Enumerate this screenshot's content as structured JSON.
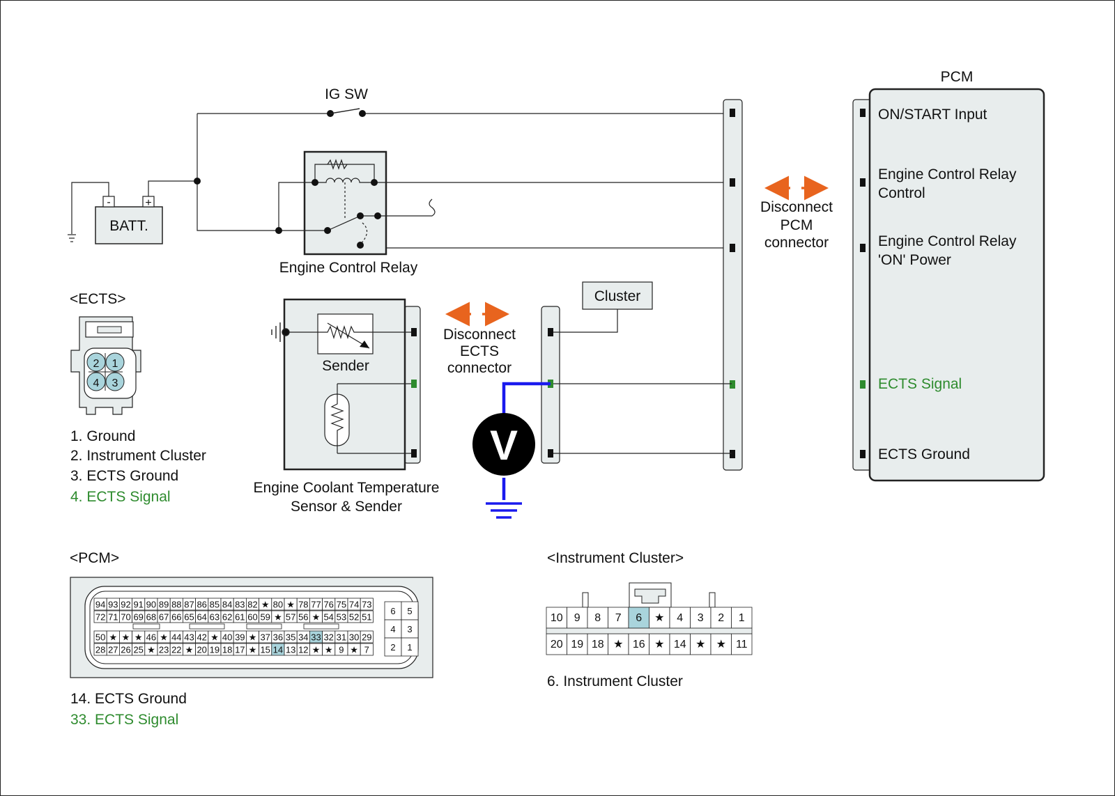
{
  "labels": {
    "ig_sw": "IG SW",
    "batt": "BATT.",
    "batt_minus": "-",
    "batt_plus": "+",
    "engine_control_relay": "Engine Control Relay",
    "sender": "Sender",
    "ects_sensor_line1": "Engine Coolant Temperature",
    "ects_sensor_line2": "Sensor & Sender",
    "cluster": "Cluster",
    "voltmeter": "V",
    "disconnect_ects": [
      "Disconnect",
      "ECTS",
      "connector"
    ],
    "disconnect_pcm": [
      "Disconnect",
      "PCM",
      "connector"
    ]
  },
  "pcm": {
    "title": "PCM",
    "pins": {
      "on_start": "ON/START Input",
      "relay_control_1": "Engine Control Relay",
      "relay_control_2": "Control",
      "relay_power_1": "Engine Control Relay",
      "relay_power_2": "'ON' Power",
      "ects_signal": "ECTS Signal",
      "ects_ground": "ECTS Ground"
    }
  },
  "ects_connector": {
    "title": "<ECTS>",
    "pins_top": [
      "2",
      "1"
    ],
    "pins_bottom": [
      "4",
      "3"
    ],
    "legend": [
      "1. Ground",
      "2. Instrument Cluster",
      "3. ECTS Ground",
      "4. ECTS Signal"
    ]
  },
  "pcm_connector": {
    "title": "<PCM>",
    "row1": [
      "94",
      "93",
      "92",
      "91",
      "90",
      "89",
      "88",
      "87",
      "86",
      "85",
      "84",
      "83",
      "82",
      "★",
      "80",
      "★",
      "78",
      "77",
      "76",
      "75",
      "74",
      "73"
    ],
    "row2": [
      "72",
      "71",
      "70",
      "69",
      "68",
      "67",
      "66",
      "65",
      "64",
      "63",
      "62",
      "61",
      "60",
      "59",
      "★",
      "57",
      "56",
      "★",
      "54",
      "53",
      "52",
      "51"
    ],
    "row3": [
      "50",
      "★",
      "★",
      "★",
      "46",
      "★",
      "44",
      "43",
      "42",
      "★",
      "40",
      "39",
      "★",
      "37",
      "36",
      "35",
      "34",
      "33",
      "32",
      "31",
      "30",
      "29"
    ],
    "row4": [
      "28",
      "27",
      "26",
      "25",
      "★",
      "23",
      "22",
      "★",
      "20",
      "19",
      "18",
      "17",
      "★",
      "15",
      "14",
      "13",
      "12",
      "★",
      "★",
      "9",
      "★",
      "7"
    ],
    "side": [
      [
        "6",
        "5"
      ],
      [
        "4",
        "3"
      ],
      [
        "2",
        "1"
      ]
    ],
    "legend": [
      "14. ECTS Ground",
      "33. ECTS Signal"
    ]
  },
  "cluster_connector": {
    "title": "<Instrument Cluster>",
    "row1": [
      "10",
      "9",
      "8",
      "7",
      "6",
      "★",
      "4",
      "3",
      "2",
      "1"
    ],
    "row2": [
      "20",
      "19",
      "18",
      "★",
      "16",
      "★",
      "14",
      "★",
      "★",
      "11"
    ],
    "legend": [
      "6. Instrument Cluster"
    ]
  },
  "colors": {
    "signal_green": "#2e8b2e",
    "wire_blue": "#1a1aee",
    "arrow_orange": "#e8641e",
    "pin_highlight": "#a9d4dc",
    "box_fill": "#e8eded"
  }
}
